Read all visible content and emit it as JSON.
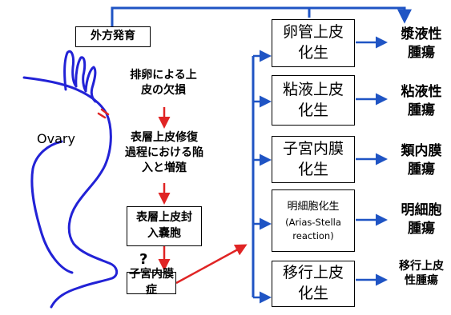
{
  "colors": {
    "flow_blue": "#1f54c4",
    "ovary_blue": "#2222d6",
    "red_arrow": "#e02424",
    "text": "#000000"
  },
  "ovary_label": "Ovary",
  "question_mark": "?",
  "left_column": {
    "external_growth": "外方発育",
    "step1": "排卵による上\n皮の欠損",
    "step2": "表層上皮修復\n過程における陥\n入と増殖",
    "step3": "表層上皮封\n入嚢胞",
    "step4": "子宮内膜症"
  },
  "metaplasia_types": [
    {
      "label": "卵管上皮\n化生"
    },
    {
      "label": "粘液上皮\n化生"
    },
    {
      "label": "子宮内膜\n化生"
    },
    {
      "label": "明細胞化生",
      "sub": "(Arias-Stella\nreaction)"
    },
    {
      "label": "移行上皮\n化生"
    }
  ],
  "tumors": [
    "漿液性\n腫瘍",
    "粘液性\n腫瘍",
    "類内膜\n腫瘍",
    "明細胞\n腫瘍",
    "移行上皮\n性腫瘍"
  ]
}
